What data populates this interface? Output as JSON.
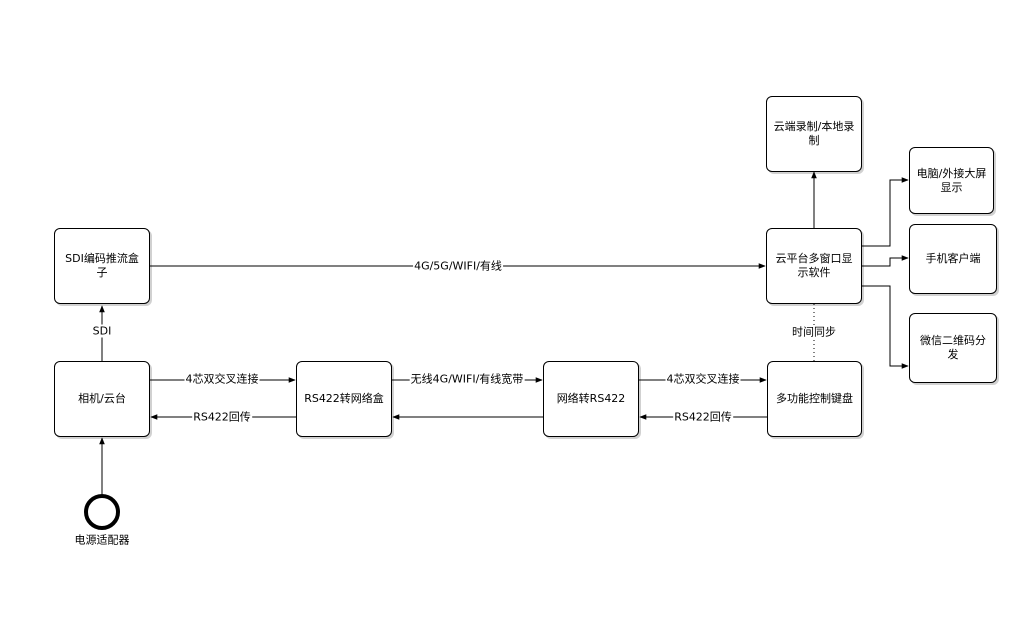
{
  "nodes": {
    "sdi_encoder": "SDI编码推流盒子",
    "camera": "相机/云台",
    "rs422_to_net": "RS422转网络盒",
    "net_to_rs422": "网络转RS422",
    "control_keyboard": "多功能控制键盘",
    "cloud_software": "云平台多窗口显示软件",
    "cloud_recording": "云端录制/本地录制",
    "pc_display": "电脑/外接大屏显示",
    "mobile_client": "手机客户端",
    "wechat_qr": "微信二维码分发",
    "power_adapter": "电源适配器"
  },
  "edges": {
    "sdi": "SDI",
    "network_link": "4G/5G/WIFI/有线",
    "cross_4core_left": "4芯双交叉连接",
    "rs422_return_left": "RS422回传",
    "wireless_broadband": "无线4G/WIFI/有线宽带",
    "cross_4core_right": "4芯双交叉连接",
    "rs422_return_right": "RS422回传",
    "time_sync": "时间同步"
  }
}
